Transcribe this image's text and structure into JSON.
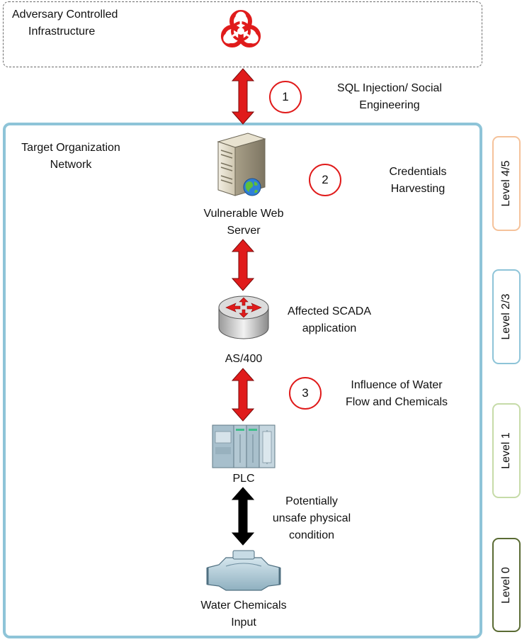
{
  "zones": {
    "adversary": {
      "line1": "Adversary Controlled",
      "line2": "Infrastructure"
    },
    "target": {
      "line1": "Target Organization",
      "line2": "Network"
    }
  },
  "levels": [
    {
      "label": "Level 4/5",
      "color": "#f5c29a"
    },
    {
      "label": "Level 2/3",
      "color": "#8ec4d8"
    },
    {
      "label": "Level 1",
      "color": "#c6dba8"
    },
    {
      "label": "Level 0",
      "color": "#5a6b34"
    }
  ],
  "steps": [
    {
      "number": "1",
      "line1": "SQL Injection/ Social",
      "line2": "Engineering"
    },
    {
      "number": "2",
      "line1": "Credentials",
      "line2": "Harvesting"
    },
    {
      "number": "3",
      "line1": "Influence of Water",
      "line2": "Flow and Chemicals"
    }
  ],
  "nodes": {
    "web_server": {
      "line1": "Vulnerable Web",
      "line2": "Server"
    },
    "router": {
      "label": "AS/400"
    },
    "plc": {
      "label": "PLC"
    },
    "meter": {
      "line1": "Water Chemicals",
      "line2": "Input"
    }
  },
  "annotations": {
    "scada": {
      "line1": "Affected SCADA",
      "line2": "application"
    },
    "physical": {
      "line1": "Potentially",
      "line2": "unsafe physical",
      "line3": "condition"
    }
  },
  "colors": {
    "attack_arrow": "#e01b1b",
    "physical_arrow": "#000000",
    "biohazard": "#e01b1b",
    "target_border": "#8ec4d8"
  },
  "icons": {
    "adversary": "biohazard-icon",
    "web_server": "server-icon",
    "router": "router-icon",
    "plc": "plc-icon",
    "meter": "water-meter-icon"
  }
}
